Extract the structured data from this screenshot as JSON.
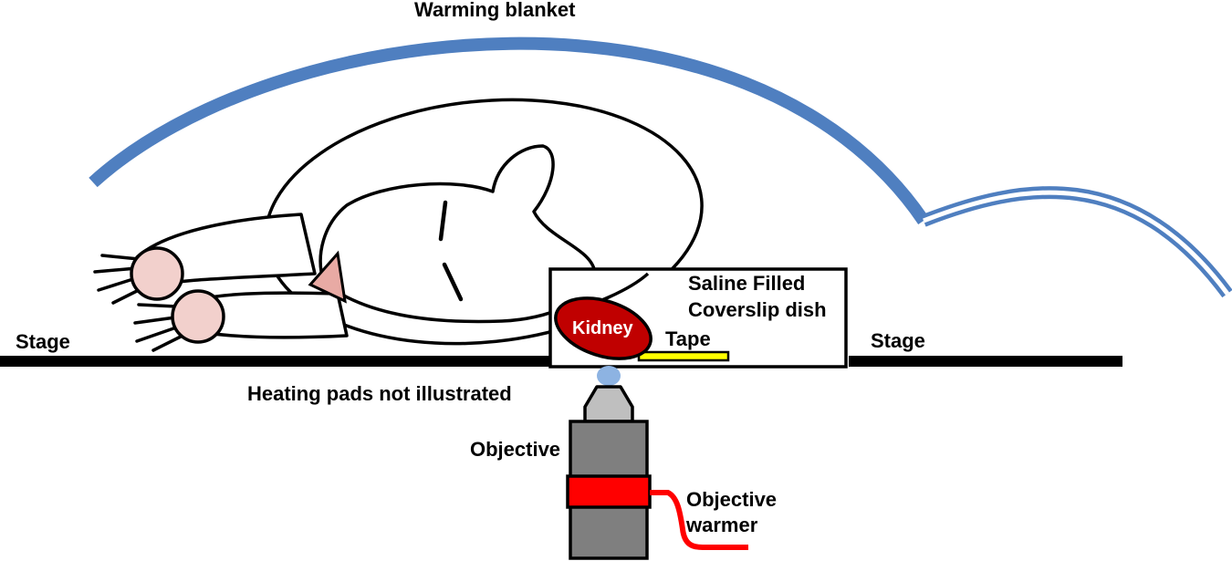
{
  "labels": {
    "warming_blanket": "Warming blanket",
    "stage_left": "Stage",
    "stage_right": "Stage",
    "dish_line1": "Saline Filled",
    "dish_line2": "Coverslip dish",
    "kidney": "Kidney",
    "tape": "Tape",
    "heating_pads": "Heating pads not illustrated",
    "objective": "Objective",
    "warmer_line1": "Objective",
    "warmer_line2": "warmer"
  },
  "colors": {
    "blanket": "#4f7fc0",
    "kidney": "#c00000",
    "tape": "#ffff00",
    "objective_body": "#7f7f7f",
    "objective_tip": "#bfbfbf",
    "immersion_drop": "#8db3e2",
    "warmer": "#ff0000",
    "paws": "#f2d0cc",
    "ear_inner": "#e8aaa4"
  }
}
